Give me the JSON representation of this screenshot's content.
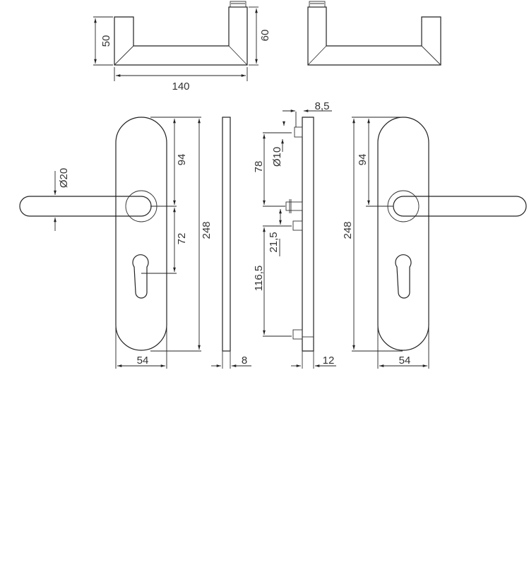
{
  "drawing": {
    "type": "technical-drawing",
    "subject": "door handle lever set with escutcheon plate",
    "line_color": "#222222",
    "background": "#ffffff"
  },
  "top_view_left": {
    "dims": {
      "height_left": "50",
      "height_right": "60",
      "length": "140"
    }
  },
  "top_view_right": {},
  "front_view_left": {
    "dims": {
      "lever_diameter": "Ø20",
      "spindle_from_top": "94",
      "spindle_to_keyhole": "72",
      "plate_height": "248",
      "plate_width": "54"
    }
  },
  "plate_edge_view": {
    "dims": {
      "thickness": "8"
    }
  },
  "side_view": {
    "dims": {
      "top_offset": "8,5",
      "rosette_diameter": "Ø10",
      "spindle_spacing": "78",
      "screw_offset": "21,5",
      "screw_spacing": "116,5",
      "depth": "12"
    }
  },
  "front_view_right": {
    "dims": {
      "spindle_from_top": "94",
      "plate_height": "248",
      "plate_width": "54"
    }
  }
}
